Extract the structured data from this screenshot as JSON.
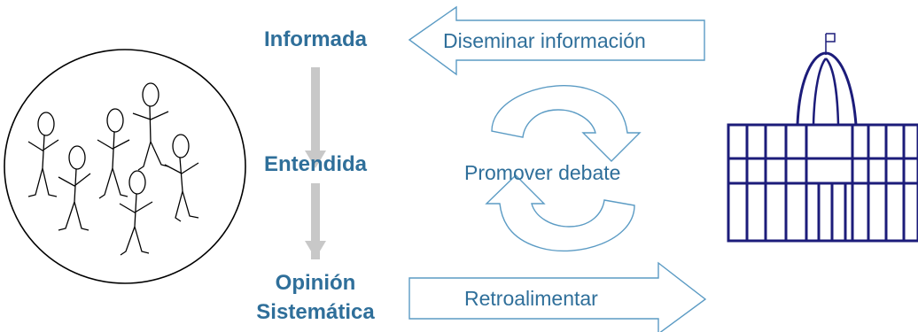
{
  "stages": {
    "informada": "Informada",
    "entendida": "Entendida",
    "opinion_line1": "Opinión",
    "opinion_line2": "Sistemática"
  },
  "arrows": {
    "top": "Diseminar información",
    "bottom": "Retroalimentar",
    "cycle": "Promover debate"
  },
  "colors": {
    "accent": "#2f6f9a",
    "arrow_outline": "#5b9bc4",
    "down_arrow": "#c8c8c8",
    "building": "#1c1c7a"
  }
}
